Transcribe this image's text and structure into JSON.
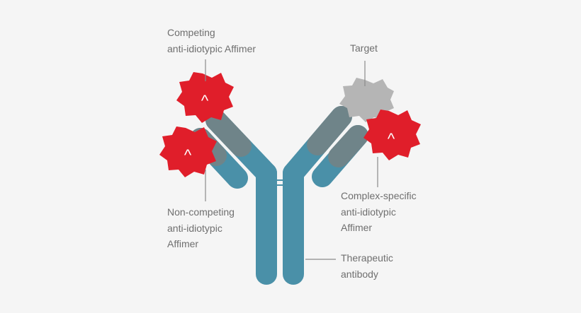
{
  "labels": {
    "competing": [
      "Competing",
      "anti-idiotypic Affimer"
    ],
    "target": [
      "Target"
    ],
    "non_competing": [
      "Non-competing",
      "anti-idiotypic",
      "Affimer"
    ],
    "complex_specific": [
      "Complex-specific",
      "anti-idiotypic",
      "Affimer"
    ],
    "therapeutic": [
      "Therapeutic",
      "antibody"
    ]
  },
  "affimer_glyph": "^",
  "colors": {
    "background": "#f5f5f5",
    "heavy_chain": "#4a90a8",
    "light_chain": "#6f8489",
    "affimer": "#e01e2a",
    "target": "#b5b5b5",
    "text": "#6f6f6f",
    "leader_line": "#8a8a8a"
  },
  "icons": [
    "antibody-icon",
    "affimer-icon",
    "target-antigen-icon"
  ]
}
